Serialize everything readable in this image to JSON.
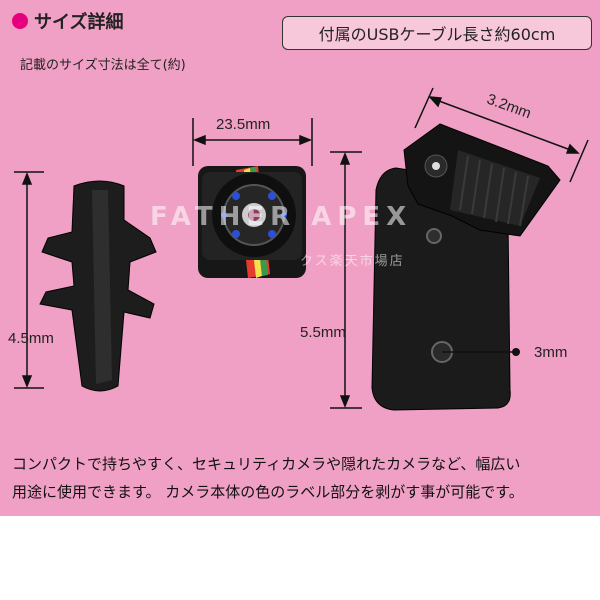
{
  "header": {
    "title": "サイズ詳細",
    "note": "記載のサイズ寸法は全て(約)",
    "usb_cable": "付属のUSBケーブル長さ約60cm"
  },
  "dimensions": {
    "width": "23.5mm",
    "clip_height": "4.5mm",
    "mount_height": "5.5mm",
    "mount_width": "3.2mm",
    "hole": "3mm"
  },
  "watermark": {
    "brand": "FATHER APEX",
    "sub": "クス楽天市場店"
  },
  "description": {
    "line1": "コンパクトで持ちやすく、セキュリティカメラや隠れたカメラなど、幅広い",
    "line2": "用途に使用できます。 カメラ本体の色のラベル部分を剥がす事が可能です。"
  },
  "colors": {
    "background": "#f0a0c4",
    "accent": "#e6007e"
  }
}
